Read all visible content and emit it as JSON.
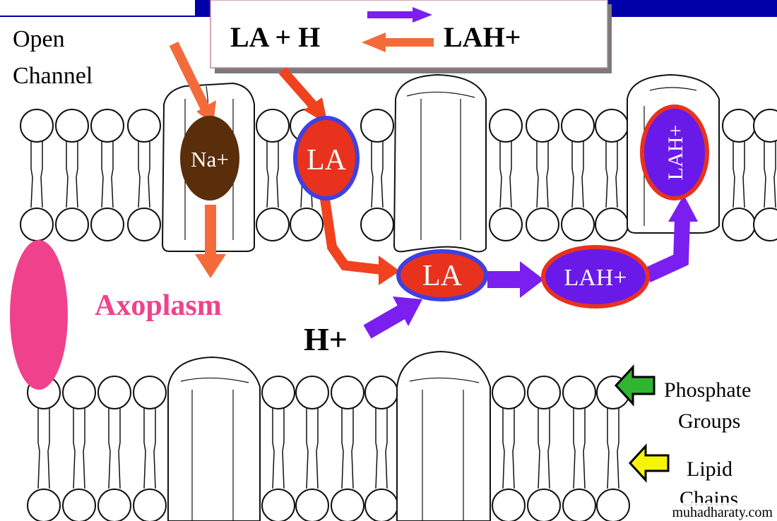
{
  "labels": {
    "open_channel_line1": "Open",
    "open_channel_line2": "Channel",
    "equation_left": "LA + H",
    "equation_right": "LAH+",
    "na": "Na+",
    "la_in_membrane": "LA",
    "la_in_axoplasm": "LA",
    "lah_in_axoplasm": "LAH+",
    "lah_in_channel": "LAH+",
    "axoplasm": "Axoplasm",
    "h_plus": "H+",
    "phosphate_line1": "Phosphate",
    "phosphate_line2": "Groups",
    "lipid_line1": "Lipid",
    "lipid_line2": "Chains",
    "watermark": "muhadharaty.com"
  },
  "icons": {
    "forward_arrow": "purple-arrow-right-icon",
    "reverse_arrow": "orange-arrow-left-icon",
    "phosphate_pointer": "green-arrow-left-icon",
    "lipid_pointer": "yellow-arrow-left-icon"
  },
  "colors": {
    "top_bar": "#0000a8",
    "orange_arrow": "#f36b3b",
    "red_arrow": "#f0421e",
    "purple_arrow": "#7a1ff0",
    "na_ball": "#5a2e0a",
    "la_fill": "#e8321e",
    "la_border": "#4040e0",
    "lah_fill": "#6a1ae8",
    "lah_border": "#e8321e",
    "axoplasm_text": "#f0428c",
    "pink_blob": "#f0428c",
    "green_pointer": "#2fb52f",
    "yellow_pointer": "#f5f50a"
  }
}
